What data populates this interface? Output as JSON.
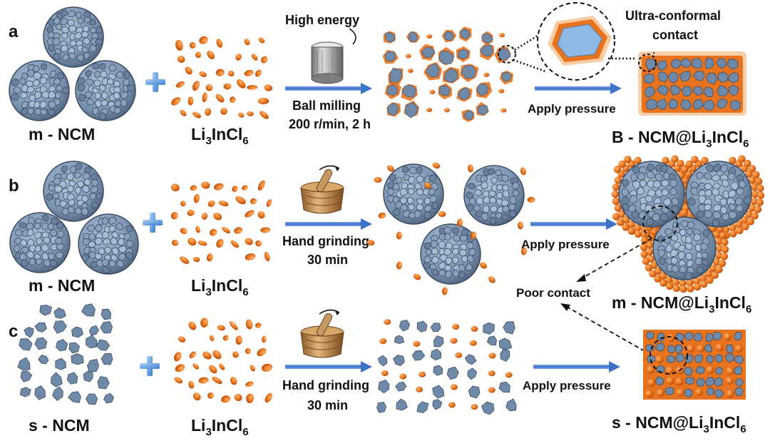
{
  "panels": {
    "a": {
      "letter": "a",
      "material_label": "m - NCM",
      "electrolyte_label": {
        "main": "Li",
        "sub1": "3",
        "mid": "InCl",
        "sub2": "6"
      },
      "process_top": "High energy",
      "process_line1": "Ball milling",
      "process_line2": "200 r/min, 2 h",
      "step2_label": "Apply pressure",
      "inset_label_line1": "Ultra-conformal",
      "inset_label_line2": "contact",
      "product_label": {
        "prefix": "B - NCM@Li",
        "sub1": "3",
        "mid": "InCl",
        "sub2": "6"
      }
    },
    "b": {
      "letter": "b",
      "material_label": "m - NCM",
      "electrolyte_label": {
        "main": "Li",
        "sub1": "3",
        "mid": "InCl",
        "sub2": "6"
      },
      "process_line1": "Hand grinding",
      "process_line2": "30 min",
      "step2_label": "Apply pressure",
      "product_label": {
        "prefix": "m - NCM@Li",
        "sub1": "3",
        "mid": "InCl",
        "sub2": "6"
      }
    },
    "c": {
      "letter": "c",
      "material_label": "s - NCM",
      "electrolyte_label": {
        "main": "Li",
        "sub1": "3",
        "mid": "InCl",
        "sub2": "6"
      },
      "process_line1": "Hand grinding",
      "process_line2": "30 min",
      "step2_label": "Apply pressure",
      "product_label": {
        "prefix": "s - NCM@Li",
        "sub1": "3",
        "mid": "InCl",
        "sub2": "6"
      }
    }
  },
  "poor_contact_label": "Poor contact",
  "colors": {
    "ncm_fill": "#7f96b0",
    "ncm_cell": "#9fb8d2",
    "ncm_stroke": "#3b4c60",
    "electrolyte": "#e8731e",
    "electrolyte_dark": "#b94f0c",
    "arrow": "#4a7fd4",
    "plus": "#4f8fdc",
    "inset_core": "#8fb8e6",
    "jar": "#a7a7a7"
  },
  "icons": [
    "plus-icon",
    "ball-mill-jar-icon",
    "mortar-pestle-icon",
    "arrow-right-icon"
  ]
}
